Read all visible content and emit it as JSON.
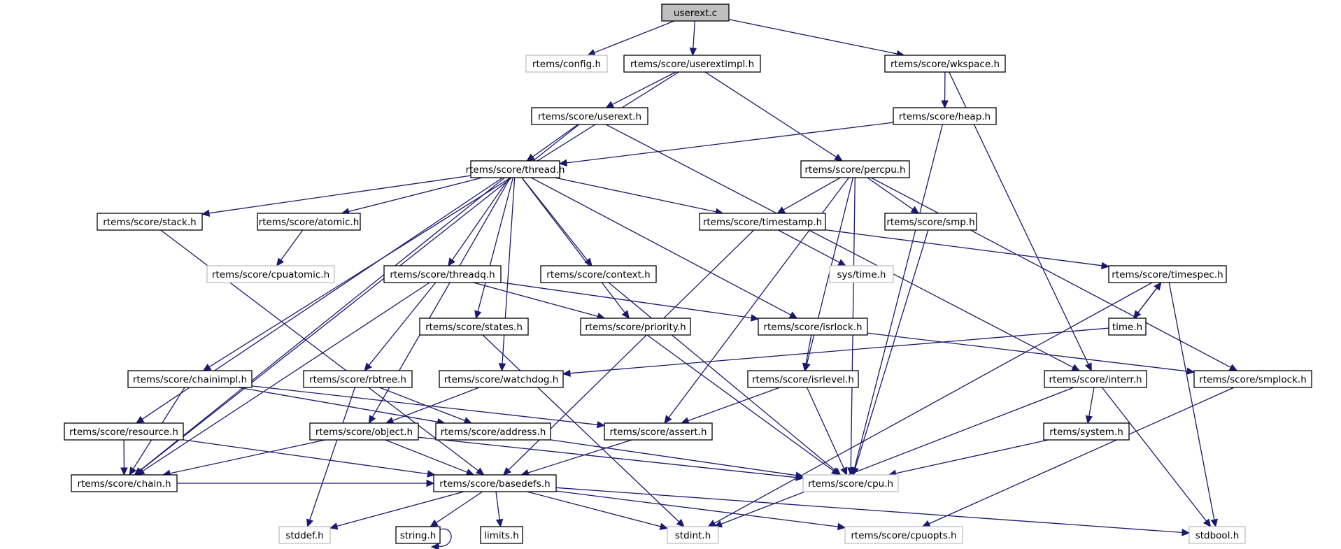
{
  "title": "userext.c include dependency graph",
  "colors": {
    "edge": "#191970",
    "root_fill": "#bfbfbf",
    "node_border": "#000000",
    "external_border": "#bfbfbf",
    "background": "#ffffff"
  },
  "nodes": [
    {
      "id": "userext_c",
      "label": "userext.c",
      "kind": "root"
    },
    {
      "id": "config_h",
      "label": "rtems/config.h",
      "kind": "external"
    },
    {
      "id": "userextimpl_h",
      "label": "rtems/score/userextimpl.h",
      "kind": "normal"
    },
    {
      "id": "wkspace_h",
      "label": "rtems/score/wkspace.h",
      "kind": "normal"
    },
    {
      "id": "userext_h",
      "label": "rtems/score/userext.h",
      "kind": "normal"
    },
    {
      "id": "heap_h",
      "label": "rtems/score/heap.h",
      "kind": "normal"
    },
    {
      "id": "thread_h",
      "label": "rtems/score/thread.h",
      "kind": "normal"
    },
    {
      "id": "percpu_h",
      "label": "rtems/score/percpu.h",
      "kind": "normal"
    },
    {
      "id": "stack_h",
      "label": "rtems/score/stack.h",
      "kind": "normal"
    },
    {
      "id": "atomic_h",
      "label": "rtems/score/atomic.h",
      "kind": "normal"
    },
    {
      "id": "timestamp_h",
      "label": "rtems/score/timestamp.h",
      "kind": "normal"
    },
    {
      "id": "smp_h",
      "label": "rtems/score/smp.h",
      "kind": "normal"
    },
    {
      "id": "cpuatomic_h",
      "label": "rtems/score/cpuatomic.h",
      "kind": "external"
    },
    {
      "id": "threadq_h",
      "label": "rtems/score/threadq.h",
      "kind": "normal"
    },
    {
      "id": "context_h",
      "label": "rtems/score/context.h",
      "kind": "normal"
    },
    {
      "id": "systime_h",
      "label": "sys/time.h",
      "kind": "external"
    },
    {
      "id": "timespec_h",
      "label": "rtems/score/timespec.h",
      "kind": "normal"
    },
    {
      "id": "states_h",
      "label": "rtems/score/states.h",
      "kind": "normal"
    },
    {
      "id": "priority_h",
      "label": "rtems/score/priority.h",
      "kind": "normal"
    },
    {
      "id": "isrlock_h",
      "label": "rtems/score/isrlock.h",
      "kind": "normal"
    },
    {
      "id": "time_h",
      "label": "time.h",
      "kind": "normal"
    },
    {
      "id": "chainimpl_h",
      "label": "rtems/score/chainimpl.h",
      "kind": "normal"
    },
    {
      "id": "rbtree_h",
      "label": "rtems/score/rbtree.h",
      "kind": "normal"
    },
    {
      "id": "watchdog_h",
      "label": "rtems/score/watchdog.h",
      "kind": "normal"
    },
    {
      "id": "isrlevel_h",
      "label": "rtems/score/isrlevel.h",
      "kind": "normal"
    },
    {
      "id": "interr_h",
      "label": "rtems/score/interr.h",
      "kind": "normal"
    },
    {
      "id": "smplock_h",
      "label": "rtems/score/smplock.h",
      "kind": "normal"
    },
    {
      "id": "resource_h",
      "label": "rtems/score/resource.h",
      "kind": "normal"
    },
    {
      "id": "object_h",
      "label": "rtems/score/object.h",
      "kind": "normal"
    },
    {
      "id": "address_h",
      "label": "rtems/score/address.h",
      "kind": "normal"
    },
    {
      "id": "assert_h",
      "label": "rtems/score/assert.h",
      "kind": "normal"
    },
    {
      "id": "system_h",
      "label": "rtems/system.h",
      "kind": "normal"
    },
    {
      "id": "chain_h",
      "label": "rtems/score/chain.h",
      "kind": "normal"
    },
    {
      "id": "basedefs_h",
      "label": "rtems/score/basedefs.h",
      "kind": "normal"
    },
    {
      "id": "cpu_h",
      "label": "rtems/score/cpu.h",
      "kind": "external"
    },
    {
      "id": "stddef_h",
      "label": "stddef.h",
      "kind": "external"
    },
    {
      "id": "string_h",
      "label": "string.h",
      "kind": "normal"
    },
    {
      "id": "limits_h",
      "label": "limits.h",
      "kind": "normal"
    },
    {
      "id": "stdint_h",
      "label": "stdint.h",
      "kind": "external"
    },
    {
      "id": "cpuopts_h",
      "label": "rtems/score/cpuopts.h",
      "kind": "external"
    },
    {
      "id": "stdbool_h",
      "label": "stdbool.h",
      "kind": "external"
    }
  ],
  "edges": [
    [
      "userext_c",
      "config_h"
    ],
    [
      "userext_c",
      "userextimpl_h"
    ],
    [
      "userext_c",
      "wkspace_h"
    ],
    [
      "userextimpl_h",
      "userext_h"
    ],
    [
      "userextimpl_h",
      "chainimpl_h"
    ],
    [
      "userextimpl_h",
      "percpu_h"
    ],
    [
      "wkspace_h",
      "heap_h"
    ],
    [
      "wkspace_h",
      "interr_h"
    ],
    [
      "userext_h",
      "thread_h"
    ],
    [
      "userext_h",
      "chain_h"
    ],
    [
      "userext_h",
      "interr_h"
    ],
    [
      "heap_h",
      "thread_h"
    ],
    [
      "heap_h",
      "cpu_h"
    ],
    [
      "thread_h",
      "stack_h"
    ],
    [
      "thread_h",
      "atomic_h"
    ],
    [
      "thread_h",
      "timestamp_h"
    ],
    [
      "thread_h",
      "threadq_h"
    ],
    [
      "thread_h",
      "context_h"
    ],
    [
      "thread_h",
      "states_h"
    ],
    [
      "thread_h",
      "priority_h"
    ],
    [
      "thread_h",
      "isrlock_h"
    ],
    [
      "thread_h",
      "watchdog_h"
    ],
    [
      "thread_h",
      "resource_h"
    ],
    [
      "thread_h",
      "object_h"
    ],
    [
      "thread_h",
      "chain_h"
    ],
    [
      "percpu_h",
      "timestamp_h"
    ],
    [
      "percpu_h",
      "smp_h"
    ],
    [
      "percpu_h",
      "cpu_h"
    ],
    [
      "percpu_h",
      "smplock_h"
    ],
    [
      "percpu_h",
      "isrlevel_h"
    ],
    [
      "percpu_h",
      "assert_h"
    ],
    [
      "stack_h",
      "basedefs_h"
    ],
    [
      "atomic_h",
      "cpuatomic_h"
    ],
    [
      "timestamp_h",
      "timespec_h"
    ],
    [
      "timestamp_h",
      "systime_h"
    ],
    [
      "timestamp_h",
      "basedefs_h"
    ],
    [
      "smp_h",
      "cpu_h"
    ],
    [
      "threadq_h",
      "priority_h"
    ],
    [
      "threadq_h",
      "isrlock_h"
    ],
    [
      "threadq_h",
      "rbtree_h"
    ],
    [
      "threadq_h",
      "chain_h"
    ],
    [
      "context_h",
      "cpu_h"
    ],
    [
      "timespec_h",
      "time_h"
    ],
    [
      "timespec_h",
      "stdbool_h"
    ],
    [
      "timespec_h",
      "stdint_h"
    ],
    [
      "time_h",
      "timespec_h"
    ],
    [
      "time_h",
      "watchdog_h"
    ],
    [
      "states_h",
      "stdint_h"
    ],
    [
      "priority_h",
      "cpu_h"
    ],
    [
      "isrlock_h",
      "isrlevel_h"
    ],
    [
      "isrlock_h",
      "smplock_h"
    ],
    [
      "chainimpl_h",
      "chain_h"
    ],
    [
      "chainimpl_h",
      "address_h"
    ],
    [
      "chainimpl_h",
      "assert_h"
    ],
    [
      "rbtree_h",
      "address_h"
    ],
    [
      "rbtree_h",
      "stddef_h"
    ],
    [
      "watchdog_h",
      "object_h"
    ],
    [
      "isrlevel_h",
      "assert_h"
    ],
    [
      "isrlevel_h",
      "cpu_h"
    ],
    [
      "interr_h",
      "system_h"
    ],
    [
      "interr_h",
      "stdbool_h"
    ],
    [
      "interr_h",
      "stdint_h"
    ],
    [
      "smplock_h",
      "cpuopts_h"
    ],
    [
      "resource_h",
      "chain_h"
    ],
    [
      "resource_h",
      "basedefs_h"
    ],
    [
      "object_h",
      "chain_h"
    ],
    [
      "object_h",
      "basedefs_h"
    ],
    [
      "object_h",
      "cpu_h"
    ],
    [
      "address_h",
      "cpu_h"
    ],
    [
      "assert_h",
      "basedefs_h"
    ],
    [
      "system_h",
      "cpu_h"
    ],
    [
      "chain_h",
      "basedefs_h"
    ],
    [
      "basedefs_h",
      "stddef_h"
    ],
    [
      "basedefs_h",
      "string_h"
    ],
    [
      "basedefs_h",
      "limits_h"
    ],
    [
      "basedefs_h",
      "stdint_h"
    ],
    [
      "basedefs_h",
      "cpuopts_h"
    ],
    [
      "basedefs_h",
      "stdbool_h"
    ],
    [
      "string_h",
      "string_h"
    ]
  ]
}
